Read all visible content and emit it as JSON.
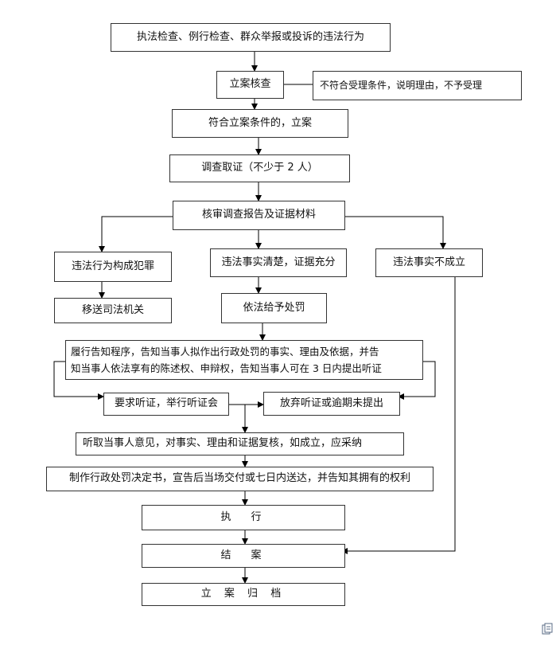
{
  "nodes": {
    "start": "执法检查、例行检查、群众举报或投诉的违法行为",
    "review": "立案核查",
    "reject": "不符合受理条件，说明理由，不予受理",
    "accept": "符合立案条件的，立案",
    "investigate": "调查取证（不少于 2 人）",
    "audit": "核审调查报告及证据材料",
    "crime": "违法行为构成犯罪",
    "judicial": "移送司法机关",
    "clear": "违法事实清楚，证据充分",
    "not_established": "违法事实不成立",
    "penalty": "依法给予处罚",
    "notify_line1": "履行告知程序，告知当事人拟作出行政处罚的事实、理由及依据，并告",
    "notify_line2": "知当事人依法享有的陈述权、申辩权，告知当事人可在 3 日内提出听证",
    "hearing": "要求听证，举行听证会",
    "waive": "放弃听证或逾期未提出",
    "listen": "听取当事人意见，对事实、理由和证据复核，如成立，应采纳",
    "decision": "制作行政处罚决定书，宣告后当场交付或七日内送达，并告知其拥有的权利",
    "execute": "执　行",
    "close": "结　案",
    "archive": "立 案 归 档"
  },
  "icons": {
    "corner": "clipboard-icon"
  }
}
